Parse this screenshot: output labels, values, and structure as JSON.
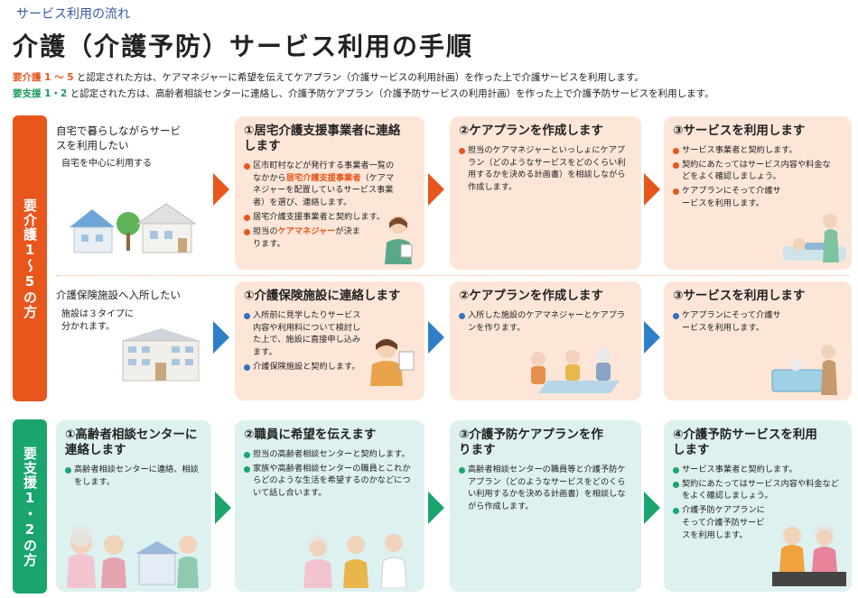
{
  "header": {
    "section_label": "サービス利用の流れ",
    "title": "介護（介護予防）サービス利用の手順",
    "intro1_hl": "要介護 1 ～ 5",
    "intro1_text": " と認定された方は、ケアマネジャーに希望を伝えてケアプラン（介護サービスの利用計画）を作った上で介護サービスを利用します。",
    "intro2_hl": "要支援 1・2",
    "intro2_text": " と認定された方は、高齢者相談センターに連絡し、介護予防ケアプラン（介護予防サービスの利用計画）を作った上で介護予防サービスを利用します。"
  },
  "sidebars": {
    "care": "要介護1〜5の方",
    "support": "要支援1・2の方"
  },
  "row_home": {
    "start_title": "自宅で暮らしながらサービスを利用したい",
    "start_sub": "自宅を中心に利用する",
    "step1_title": "①居宅介護支援事業者に連絡します",
    "step1_items": [
      {
        "pre": "区市町村などが発行する事業者一覧のなかから",
        "hl": "居宅介護支援事業者",
        "post": "（ケアマネジャーを配置しているサービス事業者）を選び、連絡します。"
      },
      {
        "pre": "居宅介護支援事業者と契約します。",
        "hl": "",
        "post": ""
      },
      {
        "pre": "担当の",
        "hl": "ケアマネジャー",
        "post": "が決まります。"
      }
    ],
    "step2_title": "②ケアプランを作成します",
    "step2_items": [
      "担当のケアマネジャーといっしょにケアプラン（どのようなサービスをどのくらい利用するかを決める計画書）を相談しながら作成します。"
    ],
    "step3_title": "③サービスを利用します",
    "step3_items": [
      "サービス事業者と契約します。",
      "契約にあたってはサービス内容や料金などをよく確認しましょう。",
      "ケアプランにそって介護サービスを利用します。"
    ]
  },
  "row_facility": {
    "start_title": "介護保険施設へ入所したい",
    "start_sub": "施設は３タイプに分かれます。",
    "step1_title": "①介護保険施設に連絡します",
    "step1_items": [
      "入所前に見学したりサービス内容や利用料について検討した上で、施設に直接申し込みます。",
      "介護保険施設と契約します。"
    ],
    "step2_title": "②ケアプランを作成します",
    "step2_items": [
      "入所した施設のケアマネジャーとケアプランを作ります。"
    ],
    "step3_title": "③サービスを利用します",
    "step3_items": [
      "ケアプランにそって介護サービスを利用します。"
    ]
  },
  "row_support": {
    "step1_title": "①高齢者相談センターに連絡します",
    "step1_items": [
      "高齢者相談センターに連絡、相談をします。"
    ],
    "step2_title": "②職員に希望を伝えます",
    "step2_items": [
      "担当の高齢者相談センターと契約します。",
      "家族や高齢者相談センターの職員とこれからどのような生活を希望するのかなどについて話し合います。"
    ],
    "step3_title": "③介護予防ケアプランを作ります",
    "step3_items": [
      "高齢者相談センターの職員等と介護予防ケアプラン（どのようなサービスをどのくらい利用するかを決める計画書）を相談しながら作成します。"
    ],
    "step4_title": "④介護予防サービスを利用します",
    "step4_items": [
      "サービス事業者と契約します。",
      "契約にあたってはサービス内容や料金などをよく確認しましょう。",
      "介護予防ケアプランにそって介護予防サービスを利用します。"
    ]
  },
  "colors": {
    "care": "#e8561c",
    "facility": "#2f7fc8",
    "support": "#1aa56e"
  }
}
